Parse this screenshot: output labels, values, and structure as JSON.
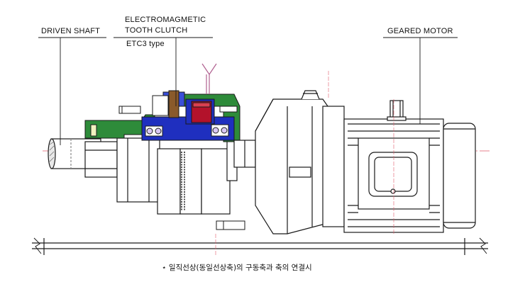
{
  "labels": {
    "driven_shaft": "DRIVEN SHAFT",
    "clutch_line1": "ELECTROMAGMETIC",
    "clutch_line2": "TOOTH CLUTCH",
    "clutch_type": "ETC3  type",
    "geared_motor": "GEARED MOTOR"
  },
  "caption": "⋆ 일직선상(동일선상축)의 구동축과 축의 연결시",
  "colors": {
    "line": "#1a1a1a",
    "centerline": "#e05a6a",
    "hub_green": "#2e8b3a",
    "housing_blue": "#1f2fbf",
    "coil_red": "#b3122b",
    "armature_brown": "#8a5a2b",
    "bearing_purple": "#8a2be2"
  },
  "icons": [
    "break-symbol-icon",
    "lifting-eye-icon"
  ]
}
